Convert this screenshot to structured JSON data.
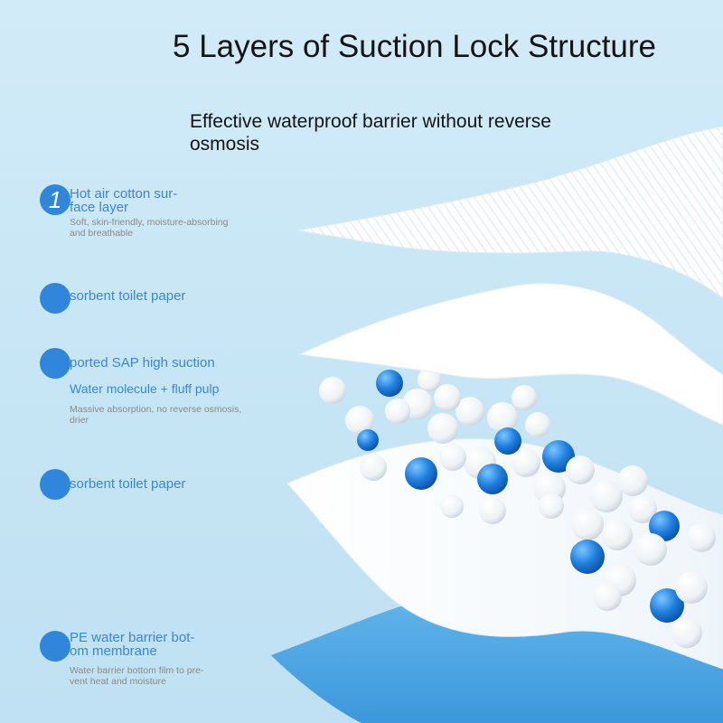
{
  "header": {
    "title": "5 Layers of Suction Lock Structure",
    "subtitle": "Effective waterproof barrier without reverse osmosis"
  },
  "layers": [
    {
      "number": "1",
      "title": "Hot air cotton sur-\nface layer",
      "description": "Soft, skin-friendly, moisture-absorbing\nand breathable"
    },
    {
      "number": "",
      "title": "sorbent toilet paper"
    },
    {
      "number": "",
      "title": "ported SAP high suction",
      "subtitle": "Water molecule + fluff pulp",
      "description": "Massive absorption, no reverse osmosis,\ndrier"
    },
    {
      "number": "",
      "title": "sorbent toilet paper"
    },
    {
      "number": "",
      "title": "PE water barrier bot-\nom membrane",
      "description": "Water barrier bottom film to pre-\nvent heat and moisture"
    }
  ],
  "colors": {
    "background": "#cbe7f6",
    "accent_blue": "#2f86da",
    "label_blue": "#3a87cf",
    "description_gray": "#8a8a8a",
    "title_text": "#141414"
  }
}
